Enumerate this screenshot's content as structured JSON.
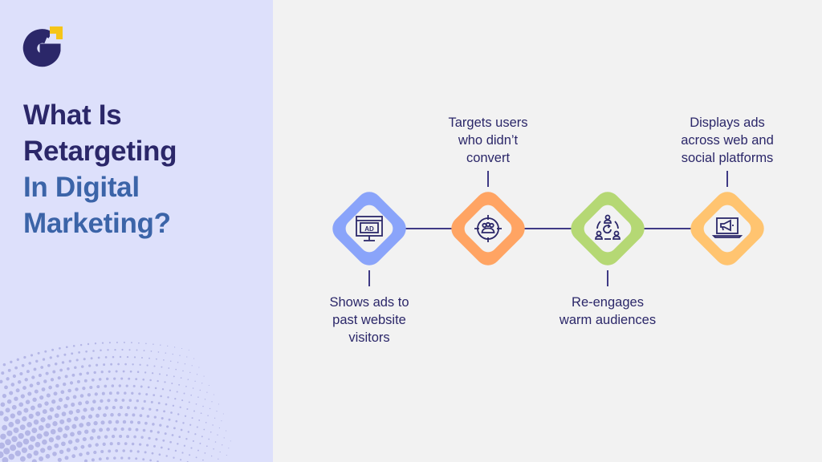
{
  "brand": {
    "logo_icon": "g-logo-icon",
    "colors": {
      "primary": "#2b2769",
      "accent": "#f5c518",
      "secondary": "#3b64a8"
    }
  },
  "title": {
    "line1": "What Is",
    "line2": "Retargeting",
    "line3": "In Digital",
    "line4": "Marketing?"
  },
  "steps": [
    {
      "icon": "ad-monitor-icon",
      "color": "#8aa4fa",
      "label_lines": [
        "Shows ads to",
        "past website",
        "visitors"
      ],
      "label_position": "below"
    },
    {
      "icon": "target-audience-icon",
      "color": "#ffa463",
      "label_lines": [
        "Targets users",
        "who didn’t",
        "convert"
      ],
      "label_position": "above"
    },
    {
      "icon": "re-engage-audience-icon",
      "color": "#b5d874",
      "label_lines": [
        "Re-engages",
        "warm audiences"
      ],
      "label_position": "below"
    },
    {
      "icon": "laptop-megaphone-icon",
      "color": "#ffc470",
      "label_lines": [
        "Displays ads",
        "across web and",
        "social platforms"
      ],
      "label_position": "above"
    }
  ],
  "connector_color": "#3f3a85"
}
